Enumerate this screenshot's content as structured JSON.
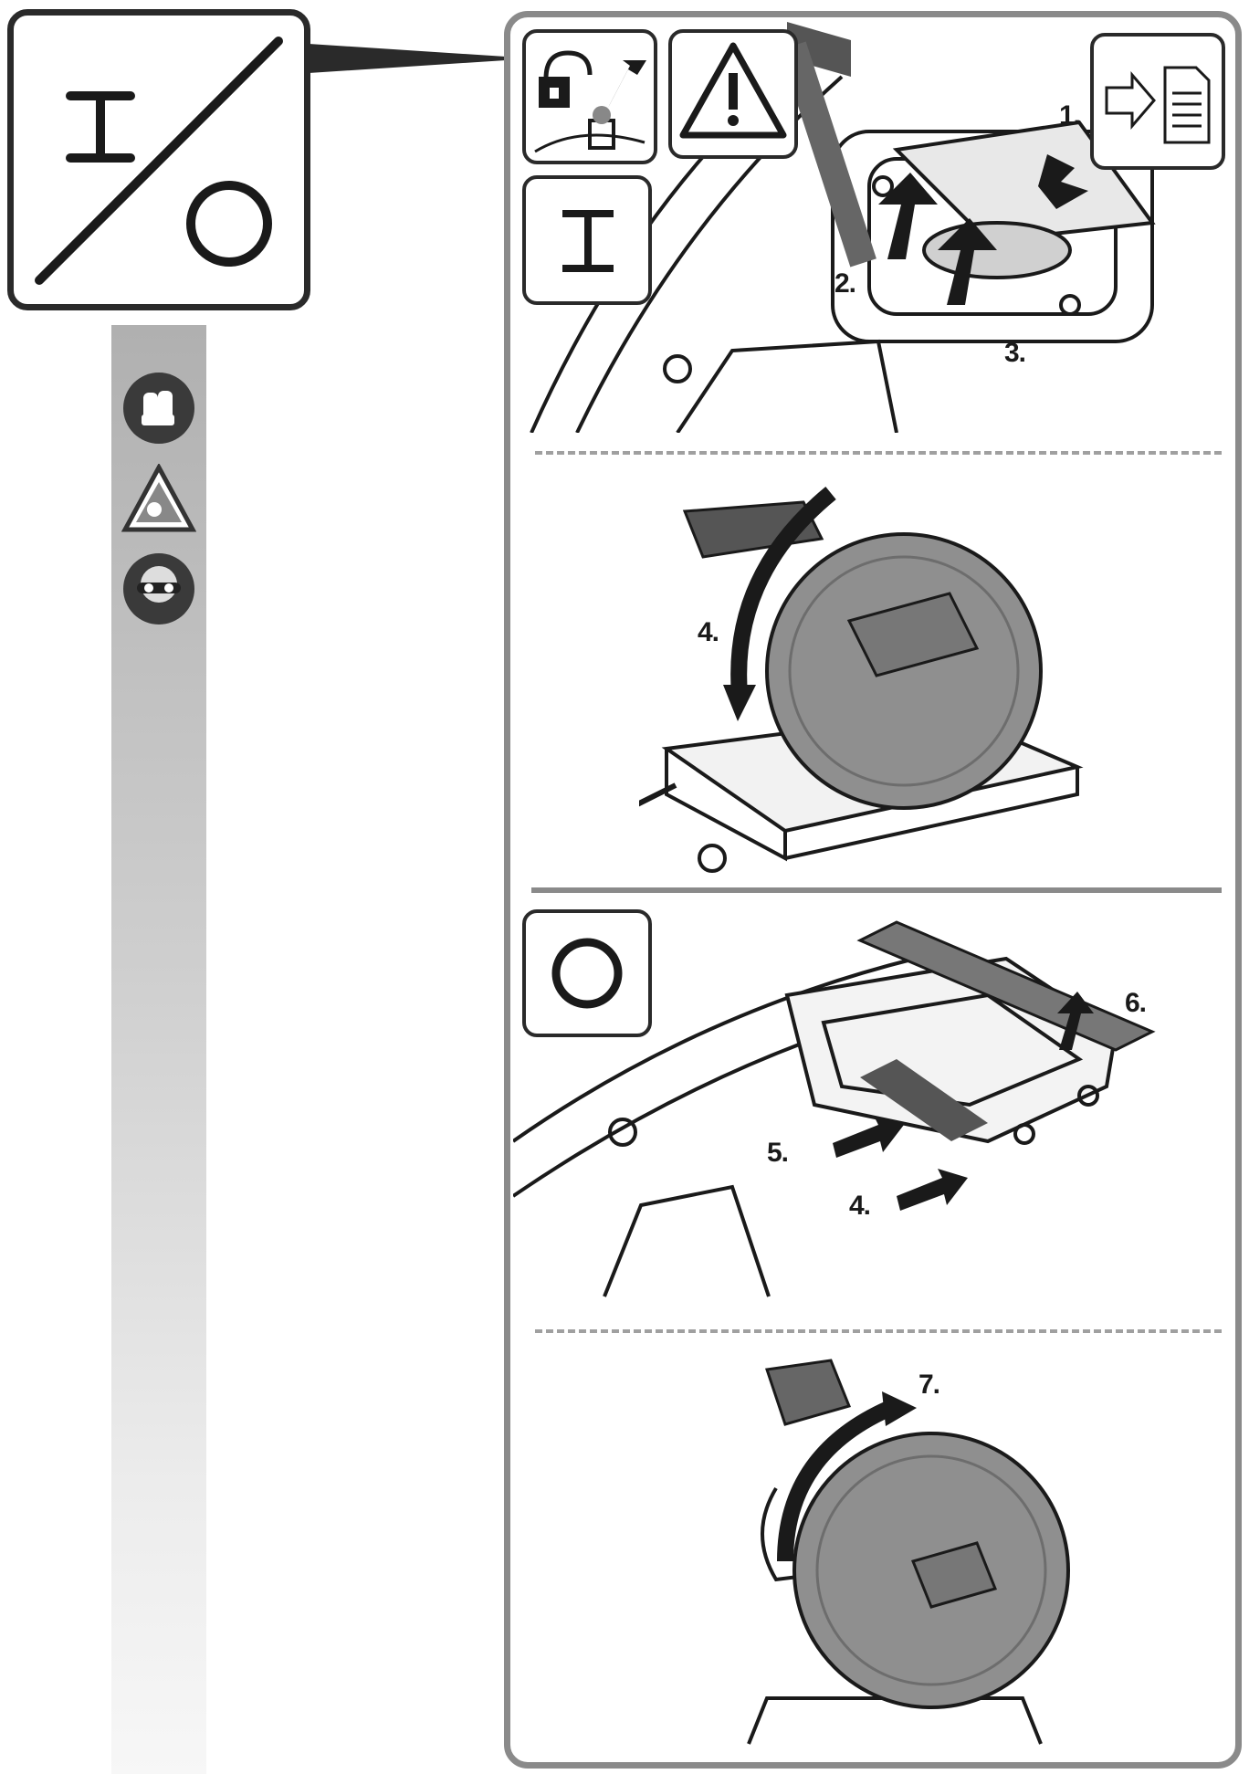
{
  "main_symbol": {
    "on": "I",
    "off": "O"
  },
  "header_icons": {
    "on_label": "I",
    "off_label": "O"
  },
  "steps": {
    "s1": "1.",
    "s2": "2.",
    "s3": "3.",
    "s4a": "4.",
    "s4b": "4.",
    "s5": "5.",
    "s6": "6.",
    "s7": "7."
  },
  "ppe_icons": [
    "gloves-icon",
    "flying-debris-warning-icon",
    "safety-glasses-icon"
  ],
  "colors": {
    "frame": "#8a8a8a",
    "ink": "#1a1a1a",
    "sidebar": "#b0b0b0"
  }
}
